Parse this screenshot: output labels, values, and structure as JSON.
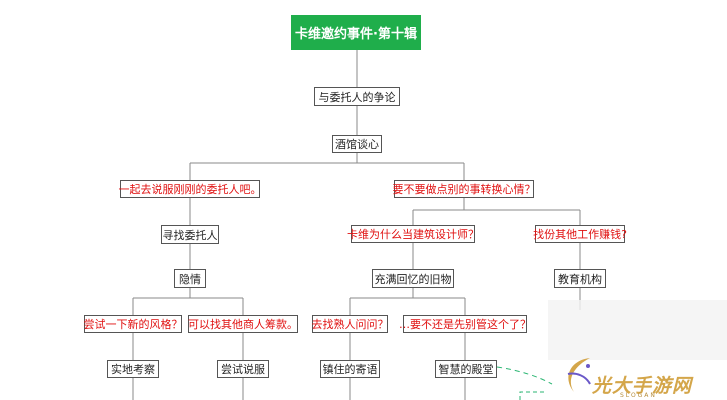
{
  "title": "卡维邀约事件·第十辑",
  "nodes": {
    "n1": "与委托人的争论",
    "n2": "酒馆谈心",
    "n3": "一起去说服刚刚的委托人吧。",
    "n4": "要不要做点别的事转换心情？",
    "n5": "寻找委托人",
    "n6": "卡维为什么当建筑设计师？",
    "n7": "找份其他工作赚钱?",
    "n8": "隐情",
    "n9": "充满回忆的旧物",
    "n10": "教育机构",
    "n11": "尝试一下新的风格？",
    "n12": "可以找其他商人筹款。",
    "n13": "去找熟人问问？",
    "n14": "…要不还是先别管这个了？",
    "n15": "实地考察",
    "n16": "尝试说服",
    "n17": "镇住的寄语",
    "n18": "智慧的殿堂"
  },
  "watermark": {
    "text": "光大手游网",
    "sub": "SLOGAN"
  },
  "colors": {
    "root_bg": "#1fae4b",
    "choice_text": "#e01010",
    "line": "#8a8a8a",
    "dashed": "#2bb673",
    "watermark": "#d4a64a"
  }
}
